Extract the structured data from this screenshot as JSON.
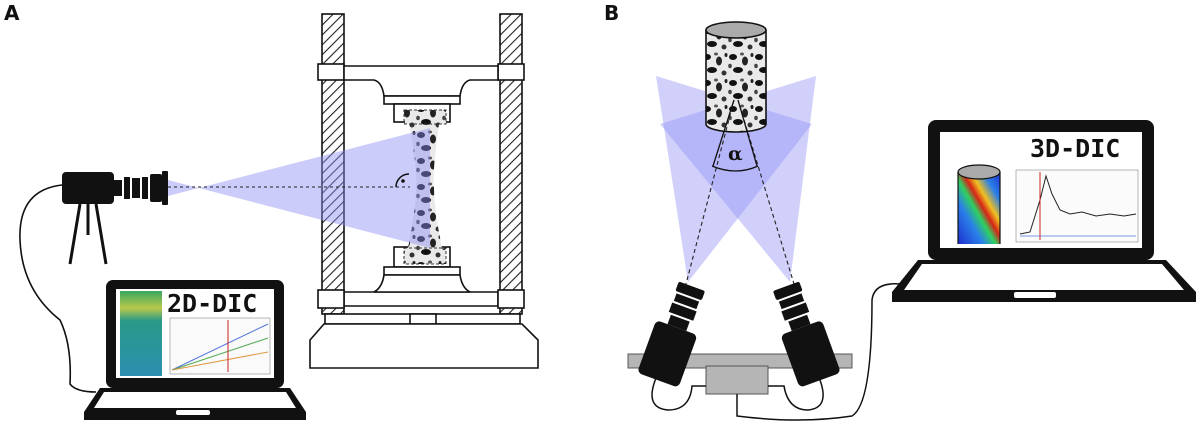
{
  "panels": {
    "a": {
      "letter": "A",
      "screen_label": "2D-DIC"
    },
    "b": {
      "letter": "B",
      "screen_label": "3D-DIC",
      "angle_symbol": "α"
    }
  },
  "colors": {
    "beam": "#8f8ff5",
    "beam_overlap": "#6f6ff0",
    "hatch": "#333333",
    "outline": "#111111",
    "heatmap_hot": "#d62418",
    "heatmap_cold": "#1c2fd0"
  }
}
